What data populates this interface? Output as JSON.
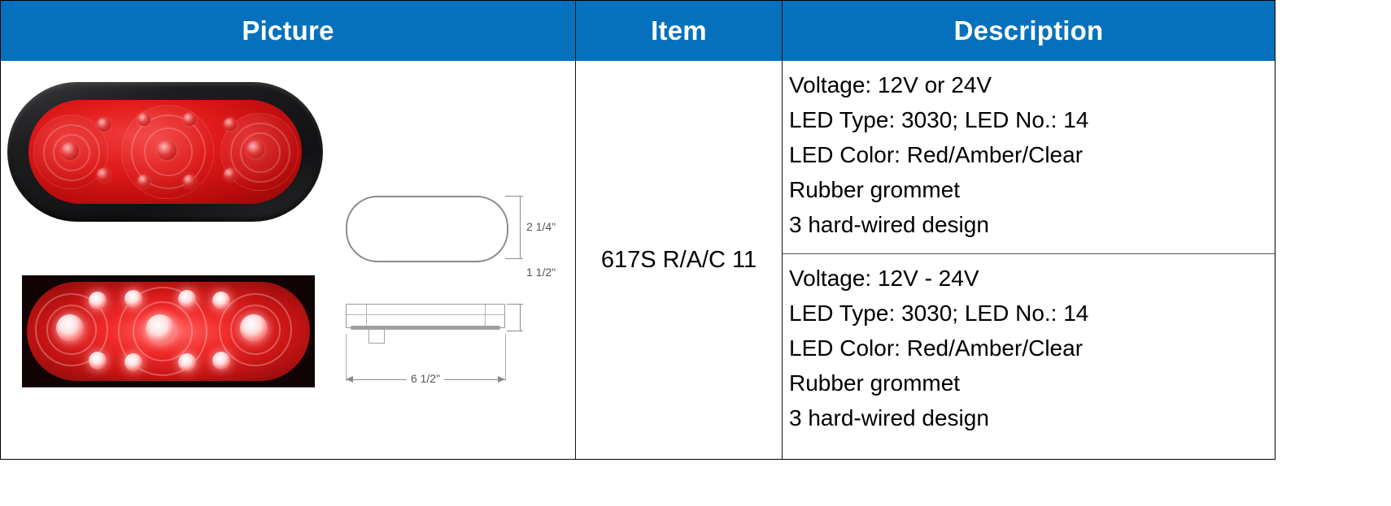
{
  "table": {
    "headers": {
      "picture": "Picture",
      "item": "Item",
      "description": "Description"
    },
    "header_bg_color": "#0571bd",
    "header_text_color": "#ffffff",
    "border_color": "#000000",
    "row": {
      "item": "617S R/A/C 11",
      "description_blocks": [
        {
          "lines": [
            "Voltage: 12V or 24V",
            "LED Type: 3030; LED No.: 14",
            "LED Color: Red/Amber/Clear",
            "Rubber grommet",
            "3 hard-wired design"
          ]
        },
        {
          "lines": [
            "Voltage: 12V - 24V",
            "LED Type: 3030; LED No.: 14",
            "LED Color: Red/Amber/Clear",
            "Rubber grommet",
            "3 hard-wired design"
          ]
        }
      ],
      "picture": {
        "photo_primary_alt": "Oval LED trailer lamp with black rubber grommet housing and red lens",
        "photo_secondary_alt": "Illuminated red oval LED lamp lit against dark background",
        "lamp_body_color": "#1b1b1d",
        "lens_color": "#d81a1a",
        "drawing": {
          "height_label": "2 1/4\"",
          "depth_label": "1 1/2\"",
          "length_label": "6 1/2\"",
          "line_color": "#8b8b8b"
        }
      }
    }
  }
}
